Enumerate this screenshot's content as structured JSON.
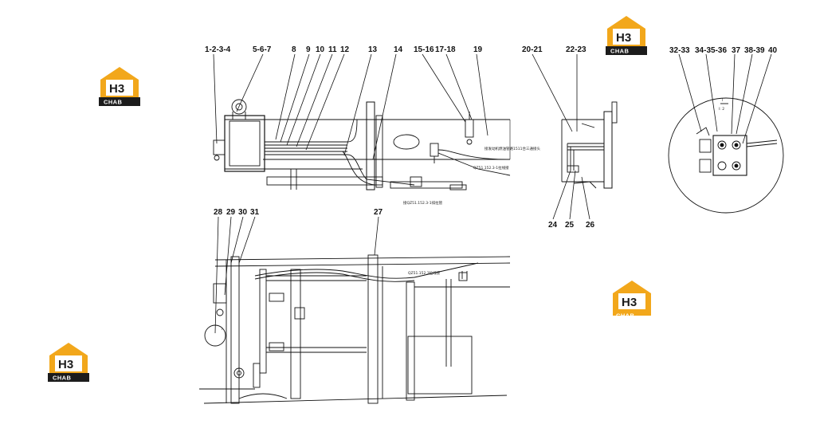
{
  "callouts_top": [
    "1-2-3-4",
    "5-6-7",
    "8",
    "9",
    "10",
    "11",
    "12",
    "13",
    "14",
    "15-16",
    "17-18",
    "19",
    "20-21",
    "22-23"
  ],
  "callouts_right": [
    "32-33",
    "34-35-36",
    "37",
    "38-39",
    "40"
  ],
  "callouts_bottom_mid": [
    "24",
    "25",
    "26"
  ],
  "callouts_lower": [
    "28",
    "29",
    "30",
    "31",
    "27"
  ],
  "detail_label": "I",
  "detail_scale": "I: 2",
  "notes": {
    "top_a": "接发动机燃油管路1511合三通接头",
    "top_b": "QZ51.152.3-1拉线接",
    "top_c": "接QZ51.152.3-1排拉管",
    "lower_a": "QZ51.152.3拉线接"
  },
  "logo": {
    "letters": "H3",
    "caption": "CHAB",
    "accent": "#f2a71b",
    "ink": "#1c1c1c"
  }
}
